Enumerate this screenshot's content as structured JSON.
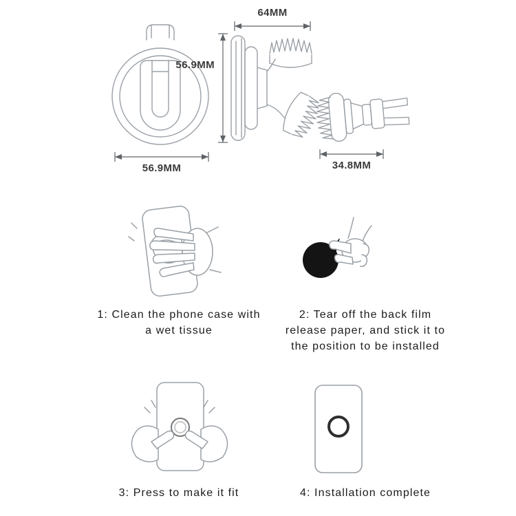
{
  "diagram": {
    "dims": {
      "top_width": "64MM",
      "side_height": "56.9MM",
      "front_width": "56.9MM",
      "clip_width": "34.8MM"
    },
    "steps": [
      {
        "caption": "1: Clean the phone case with\na wet tissue"
      },
      {
        "caption": "2: Tear off the back film\nrelease paper, and stick it to\nthe position to be installed"
      },
      {
        "caption": "3: Press to make it fit"
      },
      {
        "caption": "4: Installation complete"
      }
    ],
    "colors": {
      "line_art": "#9aa0a6",
      "dimension": "#5f6368",
      "text": "#1b1b1b",
      "disc": "#141414"
    }
  }
}
